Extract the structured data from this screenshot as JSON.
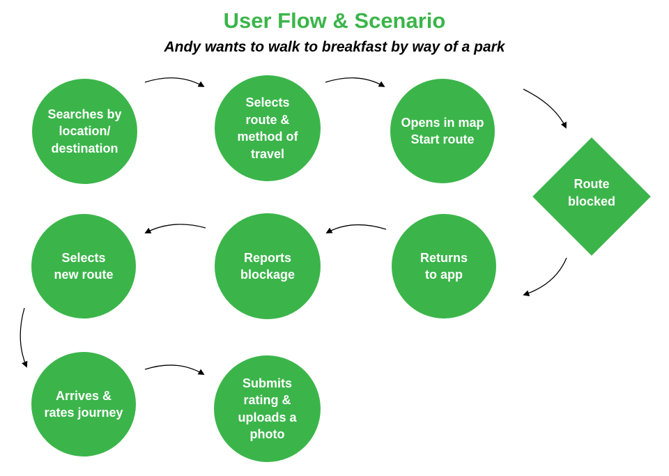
{
  "title": "User Flow & Scenario",
  "subtitle": "Andy wants to walk to breakfast by way of a park",
  "colors": {
    "accent": "#3bb54a",
    "node_text": "#ffffff",
    "arrow": "#000000"
  },
  "nodes": {
    "searches": "Searches by\nlocation/\ndestination",
    "selects_route": "Selects\nroute &\nmethod of\ntravel",
    "opens_map": "Opens in map\nStart route",
    "route_blocked": "Route\nblocked",
    "returns": "Returns\nto app",
    "reports": "Reports\nblockage",
    "selects_new": "Selects\nnew route",
    "arrives": "Arrives &\nrates journey",
    "submits": "Submits\nrating &\nuploads a\nphoto"
  }
}
